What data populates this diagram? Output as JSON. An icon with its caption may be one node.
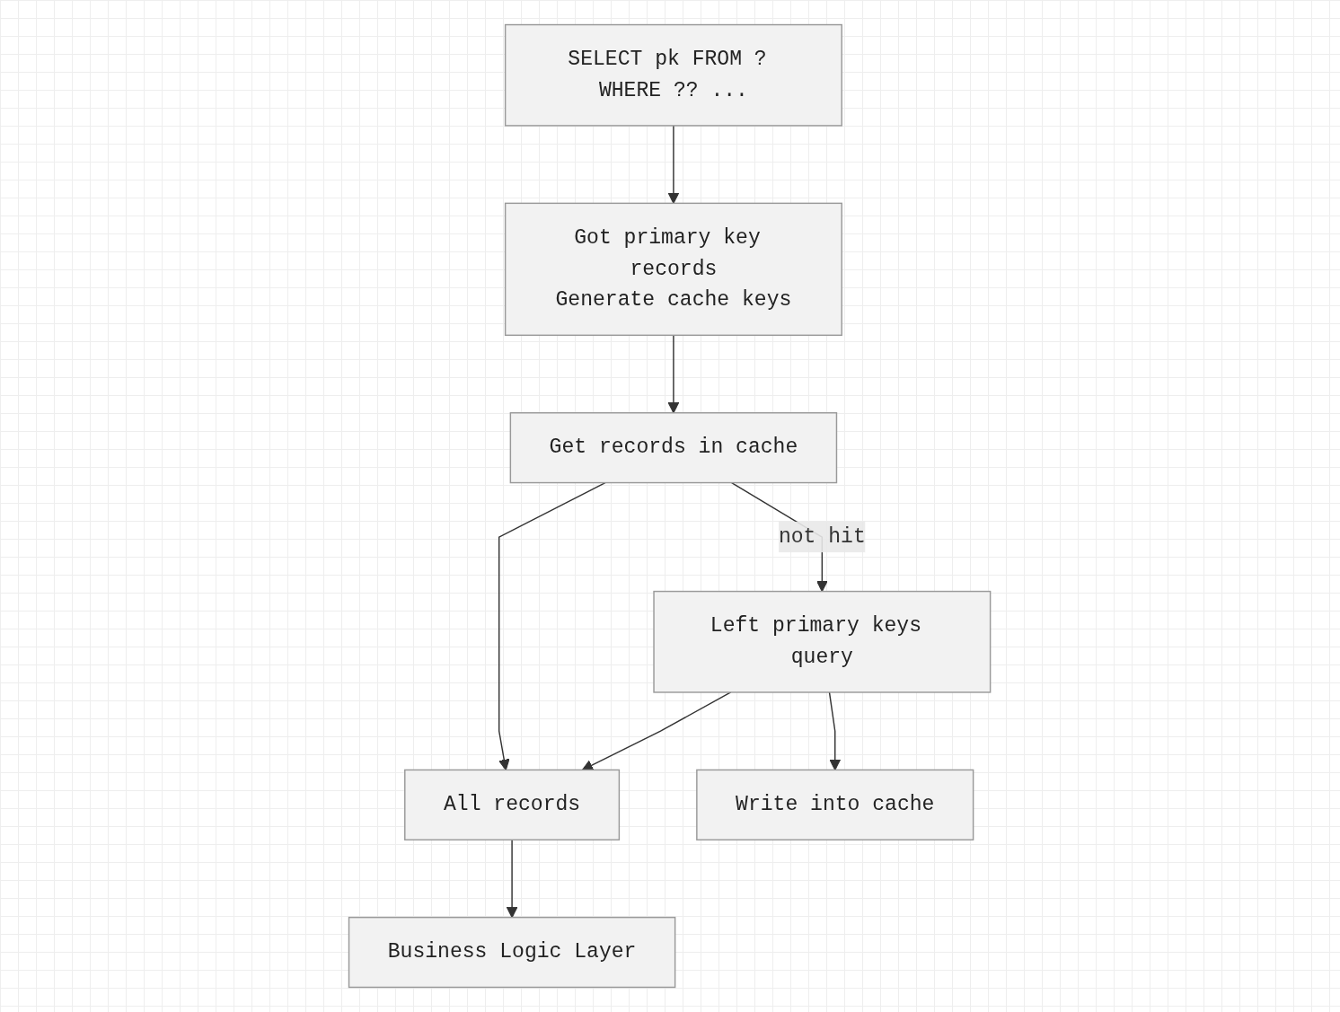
{
  "diagram": {
    "nodes": [
      {
        "text": [
          "SELECT pk FROM ? WHERE ?? ..."
        ]
      },
      {
        "text": [
          "Got primary key records",
          "Generate cache keys"
        ]
      },
      {
        "text": [
          "Get records in cache"
        ]
      },
      {
        "text": [
          "Left primary keys query"
        ]
      },
      {
        "text": [
          "All records"
        ]
      },
      {
        "text": [
          "Write into cache"
        ]
      },
      {
        "text": [
          "Business Logic Layer"
        ]
      }
    ],
    "edges": [
      {
        "from": 0,
        "to": 1,
        "arrow": "to"
      },
      {
        "from": 1,
        "to": 2,
        "arrow": "to"
      },
      {
        "from": 2,
        "to": 3,
        "arrow": "to",
        "label": "not hit"
      },
      {
        "from": 2,
        "to": 4,
        "arrow": "to"
      },
      {
        "from": 3,
        "to": 4,
        "arrow": "to"
      },
      {
        "from": 3,
        "to": 5,
        "arrow": "to"
      },
      {
        "from": 4,
        "to": 6,
        "arrow": "to"
      }
    ]
  }
}
